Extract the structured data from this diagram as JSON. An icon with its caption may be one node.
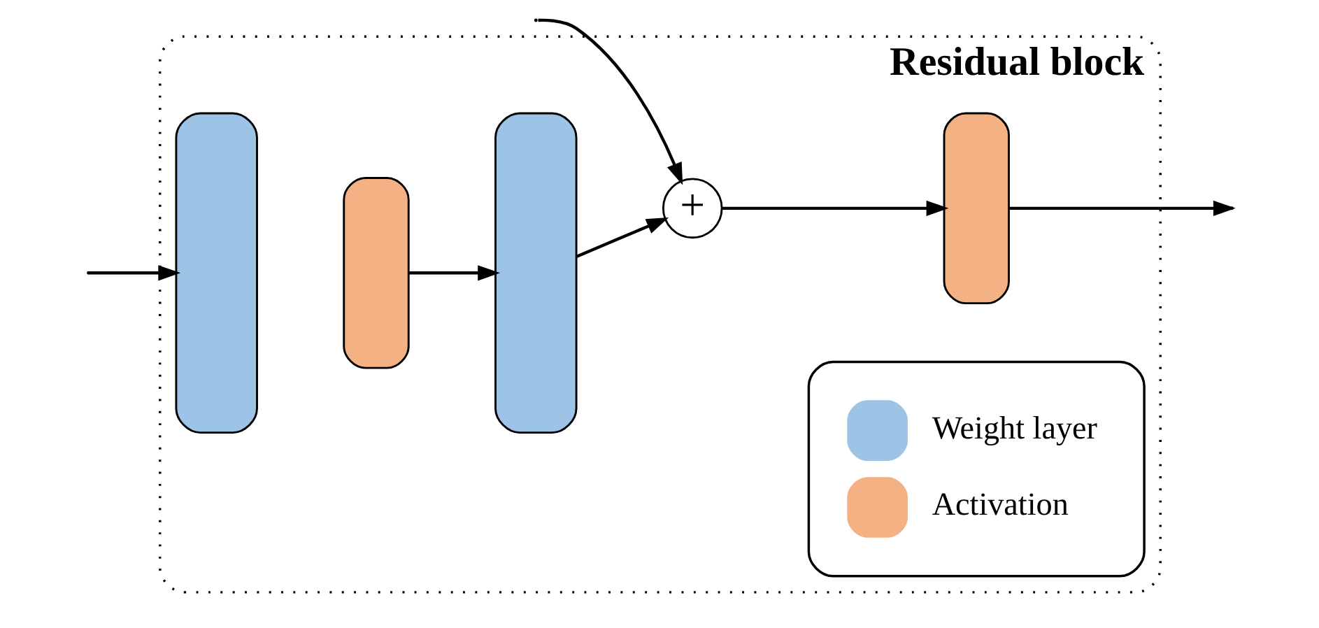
{
  "diagram": {
    "nodes": [
      {
        "text": [
          "Residual block"
        ]
      },
      {
        "text": [],
        "shape": "box",
        "in": 0
      },
      {
        "text": [],
        "shape": "box",
        "in": 0
      },
      {
        "text": [],
        "shape": "box",
        "in": 0
      },
      {
        "text": [
          "+"
        ],
        "in": 0
      },
      {
        "text": [],
        "shape": "box",
        "in": 0
      }
    ],
    "edges": [
      {
        "from": null,
        "to": 1,
        "arrow": "to"
      },
      {
        "from": null,
        "to": 4,
        "arrow": "to"
      },
      {
        "from": 2,
        "to": 3,
        "arrow": "to"
      },
      {
        "from": 3,
        "to": 4,
        "arrow": "to"
      },
      {
        "from": 4,
        "to": 5,
        "arrow": "to"
      },
      {
        "from": 5,
        "to": null,
        "arrow": "to"
      }
    ],
    "legend": [
      {
        "text": "Weight layer",
        "color": "#9dc3e6"
      },
      {
        "text": "Activation",
        "color": "#f4b183"
      }
    ]
  }
}
